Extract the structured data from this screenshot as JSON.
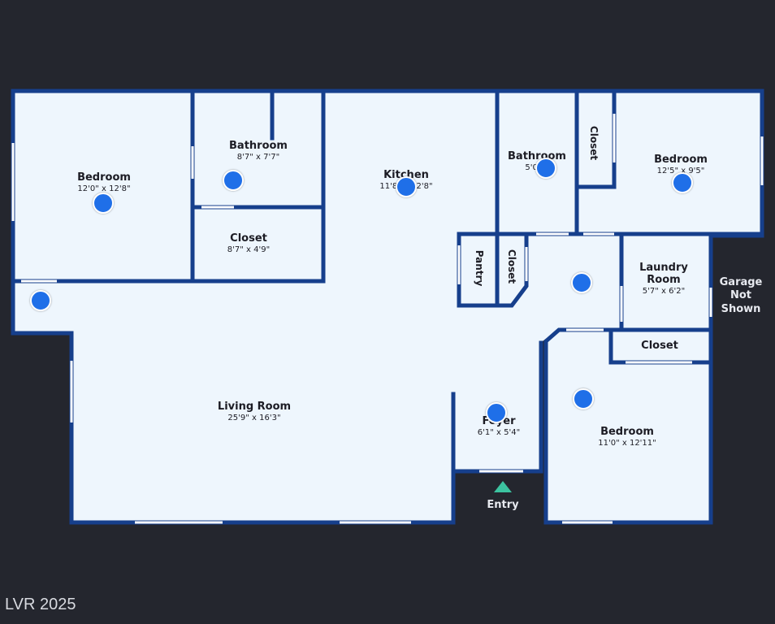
{
  "rooms": {
    "bedroom_left": {
      "name": "Bedroom",
      "dims": "12'0\" x 12'8\""
    },
    "bathroom_1": {
      "name": "Bathroom",
      "dims": "8'7\" x 7'7\""
    },
    "closet_1": {
      "name": "Closet",
      "dims": "8'7\" x 4'9\""
    },
    "kitchen": {
      "name": "Kitchen",
      "dims": "11'8\" x 12'8\""
    },
    "bathroom_2": {
      "name": "Bathroom",
      "dims": "5'0\" x"
    },
    "closet_top": {
      "name": "Closet"
    },
    "bedroom_right": {
      "name": "Bedroom",
      "dims": "12'5\" x 9'5\""
    },
    "pantry": {
      "name": "Pantry"
    },
    "closet_small": {
      "name": "Closet"
    },
    "laundry": {
      "name": "Laundry Room",
      "dims": "5'7\" x 6'2\""
    },
    "closet_right": {
      "name": "Closet"
    },
    "living": {
      "name": "Living Room",
      "dims": "25'9\" x 16'3\""
    },
    "foyer": {
      "name": "Foyer",
      "dims": "6'1\" x 5'4\""
    },
    "bedroom_bottom": {
      "name": "Bedroom",
      "dims": "11'0\" x 12'11\""
    }
  },
  "garage_note": [
    "Garage",
    "Not",
    "Shown"
  ],
  "entry_label": "Entry",
  "watermark": "LVR 2025",
  "colors": {
    "background": "#24262e",
    "floor": "#eef6fd",
    "wall": "#163f8c",
    "marker": "#1f6fe8",
    "entry_arrow": "#3cc3a0"
  }
}
